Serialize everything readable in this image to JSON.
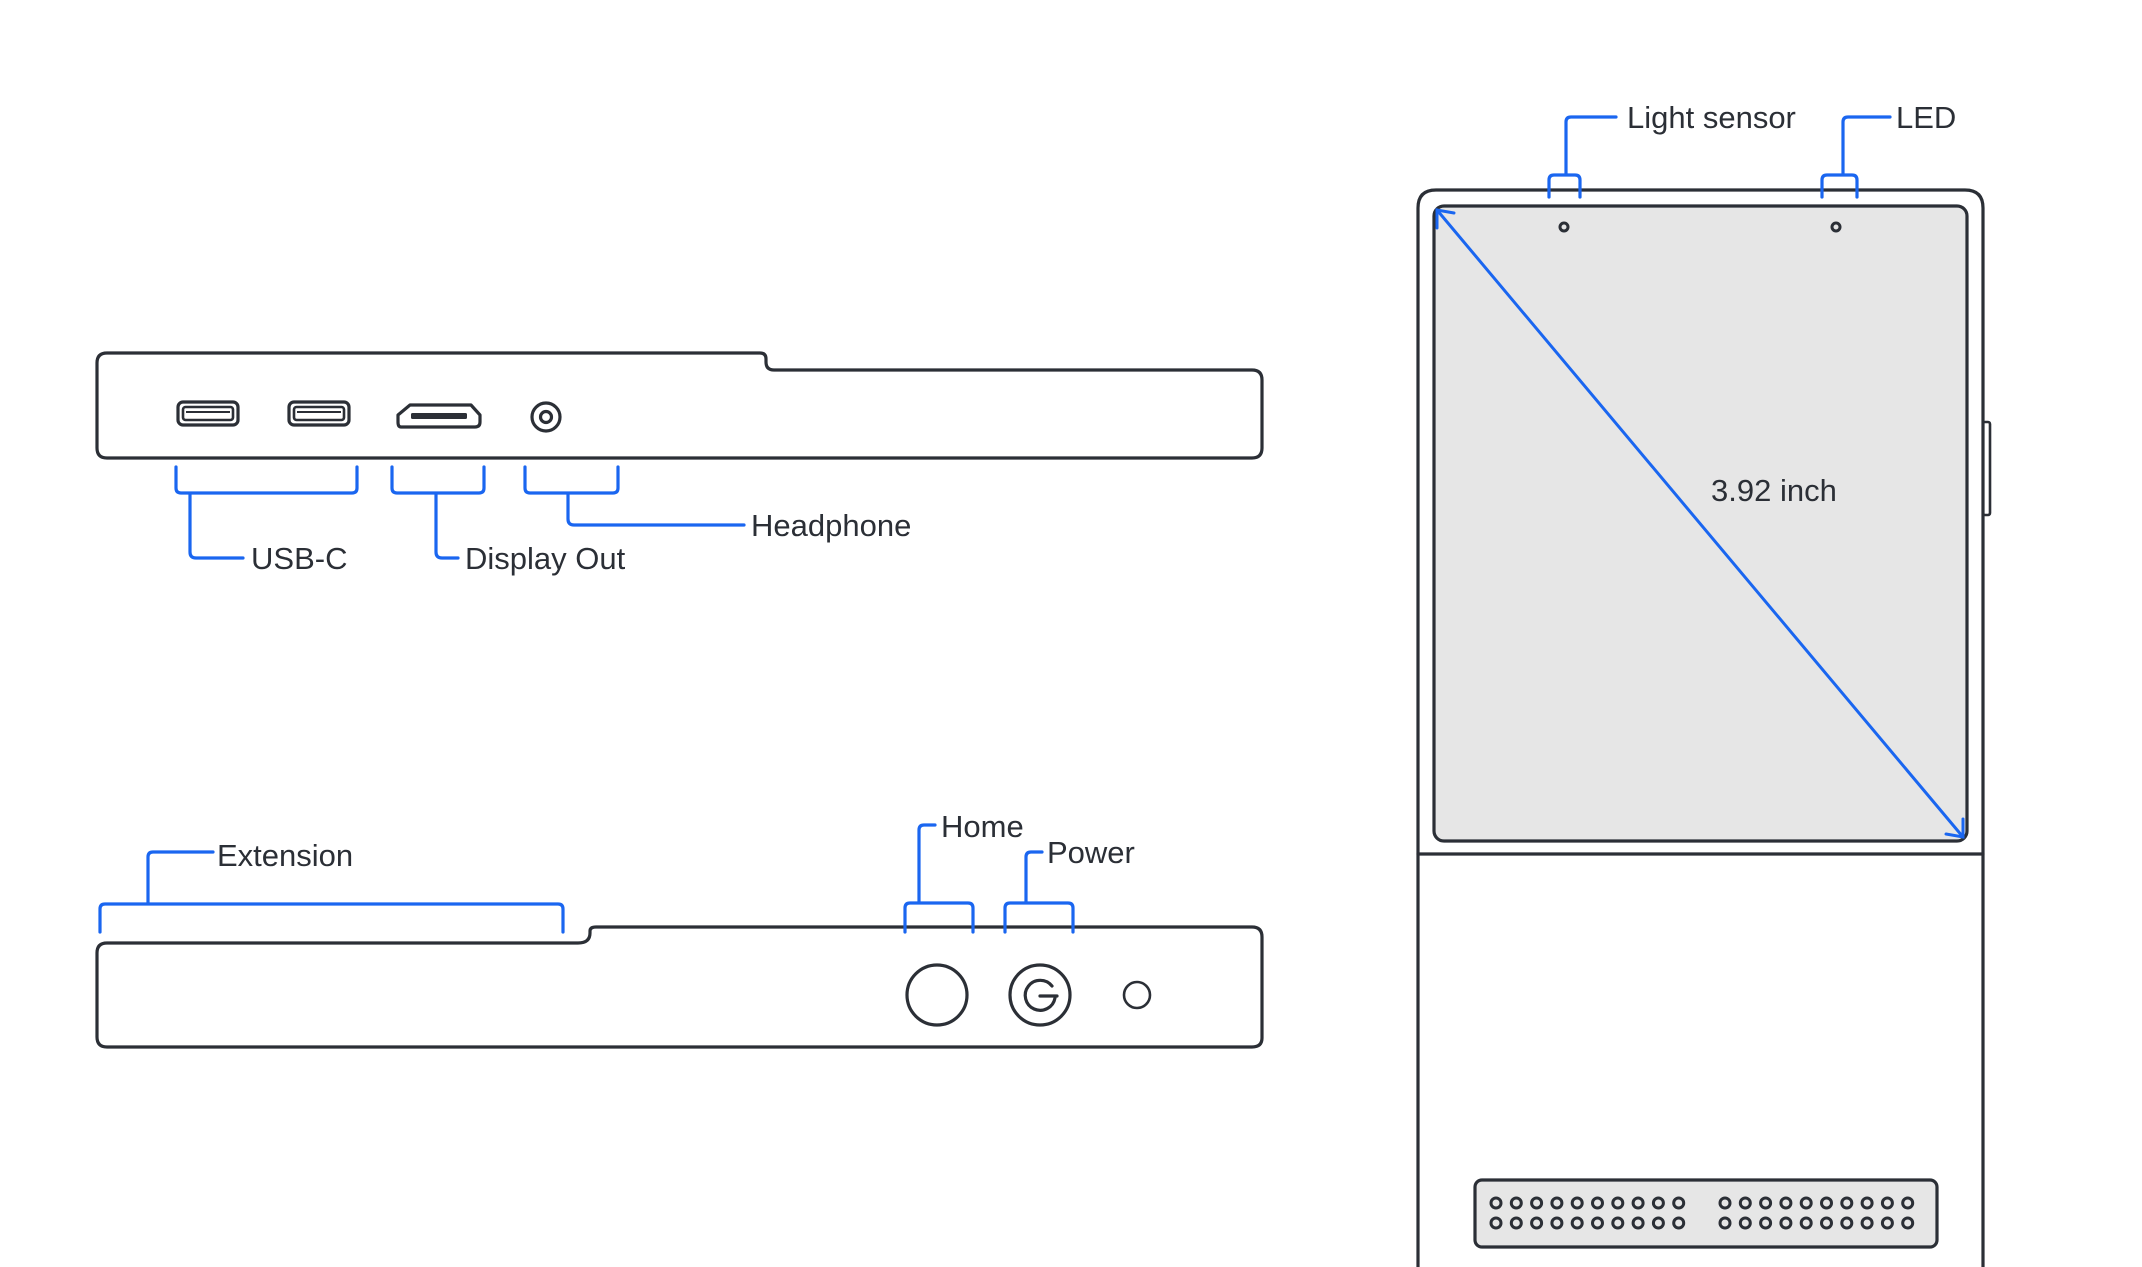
{
  "diagram": {
    "title": "Device port and component layout",
    "colors": {
      "outline": "#2b2f36",
      "callout": "#1a66f0",
      "screen_fill": "#e6e6e6",
      "background": "#ffffff"
    },
    "top_edge_view": {
      "ports": [
        {
          "name": "USB-C",
          "icon": "usb-c-port-icon"
        },
        {
          "name": "USB-C",
          "icon": "usb-c-port-icon"
        },
        {
          "name": "Display Out",
          "icon": "hdmi-port-icon"
        },
        {
          "name": "Headphone",
          "icon": "headphone-jack-icon"
        }
      ],
      "labels": {
        "usb_c": "USB-C",
        "display_out": "Display Out",
        "headphone": "Headphone"
      }
    },
    "bottom_edge_view": {
      "labels": {
        "extension": "Extension",
        "home": "Home",
        "power": "Power"
      },
      "controls": [
        {
          "name": "Home",
          "icon": "home-button-icon"
        },
        {
          "name": "Power",
          "icon": "power-icon"
        },
        {
          "name": "Pinhole",
          "icon": "pinhole-icon"
        }
      ]
    },
    "front_view": {
      "labels": {
        "light_sensor": "Light sensor",
        "led": "LED"
      },
      "screen_diagonal": "3.92 inch",
      "speaker_grille": {
        "groups": 2,
        "columns_per_group": 10,
        "rows": 2
      }
    }
  }
}
